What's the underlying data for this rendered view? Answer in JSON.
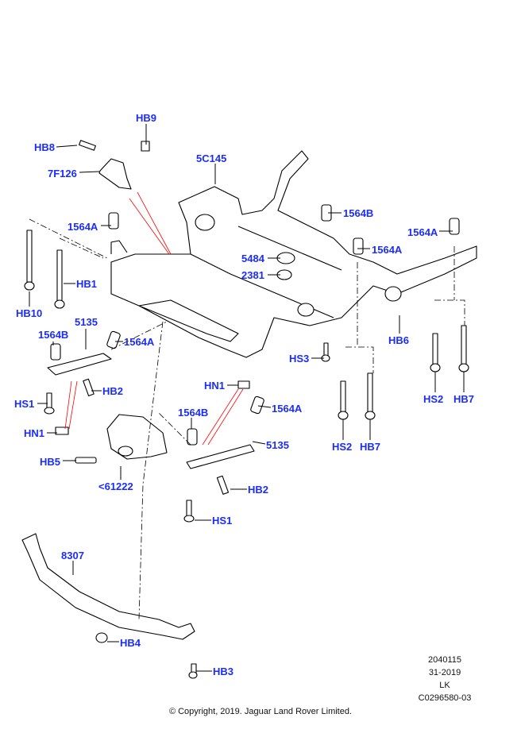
{
  "callouts": [
    "HB9",
    "HB8",
    "7F126",
    "5C145",
    "1564B",
    "1564A",
    "1564A",
    "1564A",
    "5484",
    "2381",
    "HB1",
    "HB10",
    "5135",
    "1564B",
    "1564A",
    "HS3",
    "HB6",
    "HB2",
    "HN1",
    "1564A",
    "HS1",
    "HS2",
    "HB7",
    "HN1",
    "1564B",
    "5135",
    "HS2",
    "HB7",
    "HB5",
    "<61222",
    "HB2",
    "HS1",
    "8307",
    "HB4",
    "HB3"
  ],
  "meta": {
    "line1": "2040115",
    "line2": "31-2019",
    "line3": "LK",
    "line4": "C0296580-03"
  },
  "copyright": "© Copyright, 2019. Jaguar Land Rover Limited.",
  "colors": {
    "callout": "#1a2cff",
    "leader": "#000000",
    "highlight": "#ff0000"
  }
}
